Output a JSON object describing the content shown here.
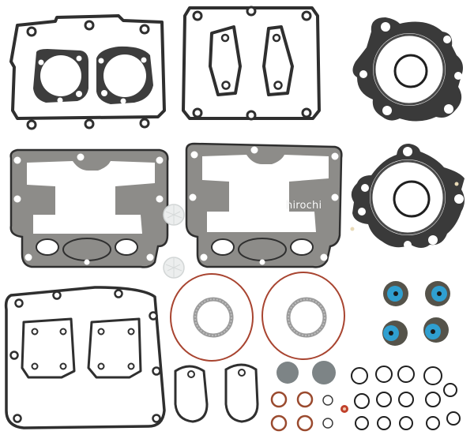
{
  "image": {
    "description": "Product photo of an engine top-end / complete gasket kit laid out on white background",
    "background_color": "#ffffff",
    "watermark": "hirochi"
  },
  "colors": {
    "gasket_dark": "#3e3e3e",
    "gasket_steel": "#8a8a88",
    "gasket_steel_edge": "#2f2f2f",
    "seal_blue": "#2f9fd0",
    "seal_body": "#55534a",
    "oring_copper": "#9a4a2e",
    "oring_red": "#b5412a",
    "oring_black": "#1f1f1f",
    "ring_silver": "#9a9a9a",
    "grommet_gray": "#7d8486",
    "filter_white": "#e9ecec"
  },
  "items": [
    {
      "name": "rocker cover gasket with two breather gaskets",
      "position": "top-left"
    },
    {
      "name": "rocker cover gasket with two small gaskets",
      "position": "top-center"
    },
    {
      "name": "MLS head gasket with o-ring",
      "position": "top-right"
    },
    {
      "name": "rocker housing gasket (steel)",
      "position": "middle-left"
    },
    {
      "name": "rocker housing gasket (steel)",
      "position": "middle-center"
    },
    {
      "name": "MLS head gasket with o-ring",
      "position": "middle-right"
    },
    {
      "name": "breather filters x2",
      "position": "middle-left-center"
    },
    {
      "name": "cam cover gasket with two small gaskets",
      "position": "bottom-left"
    },
    {
      "name": "base o-rings with exhaust rings x2",
      "position": "bottom-center"
    },
    {
      "name": "valve stem seals x4",
      "position": "right"
    },
    {
      "name": "pushrod tube seals / teardrop gaskets x2",
      "position": "bottom"
    },
    {
      "name": "assorted o-rings and washers",
      "position": "bottom-right"
    }
  ]
}
